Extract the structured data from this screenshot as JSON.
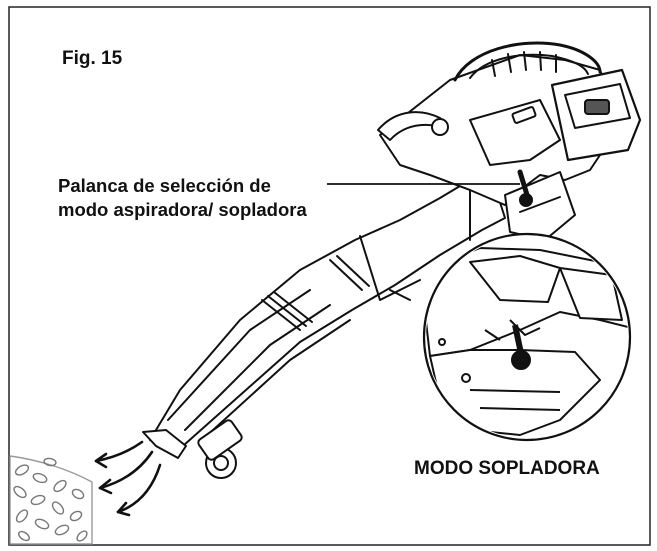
{
  "figure": {
    "label": "Fig. 15",
    "callout_line1": "Palanca de selección de",
    "callout_line2": "modo aspiradora/ sopladora",
    "mode_label": "MODO SOPLADORA"
  },
  "colors": {
    "ink": "#111111",
    "paper": "#ffffff",
    "light_gray": "#cfcfcf"
  },
  "icons": [
    "leaf-blower-illustration",
    "selector-lever",
    "detail-magnifier-circle",
    "airflow-arrows",
    "leaves-pile"
  ]
}
